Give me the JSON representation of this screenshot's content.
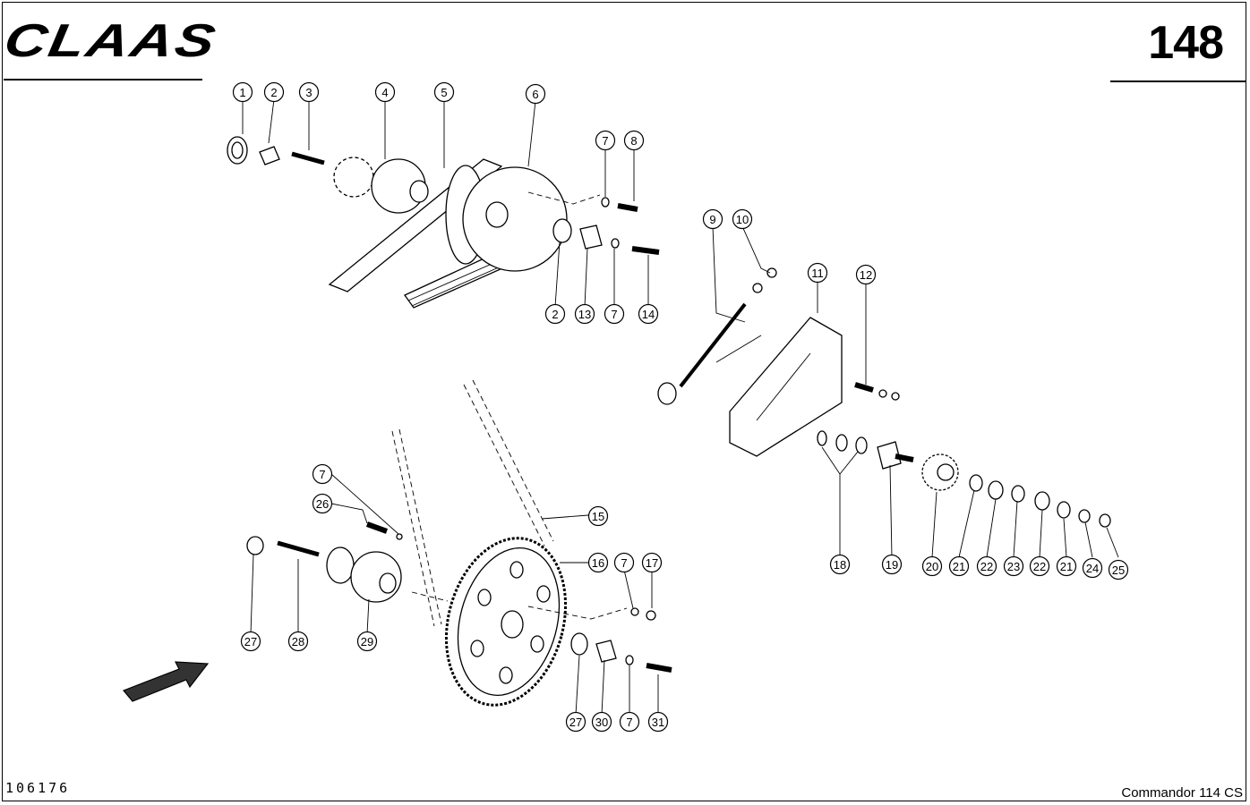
{
  "header": {
    "brand": "CLAAS",
    "page_number": "148"
  },
  "footer": {
    "drawing_id": "106176",
    "model": "Commandor 114 CS"
  },
  "callouts": [
    "1",
    "2",
    "3",
    "4",
    "5",
    "6",
    "7",
    "8",
    "2",
    "13",
    "7",
    "14",
    "9",
    "10",
    "11",
    "12",
    "18",
    "19",
    "20",
    "21",
    "22",
    "23",
    "22",
    "21",
    "24",
    "25",
    "15",
    "16",
    "7",
    "17",
    "7",
    "26",
    "27",
    "28",
    "29",
    "27",
    "30",
    "7",
    "31"
  ]
}
